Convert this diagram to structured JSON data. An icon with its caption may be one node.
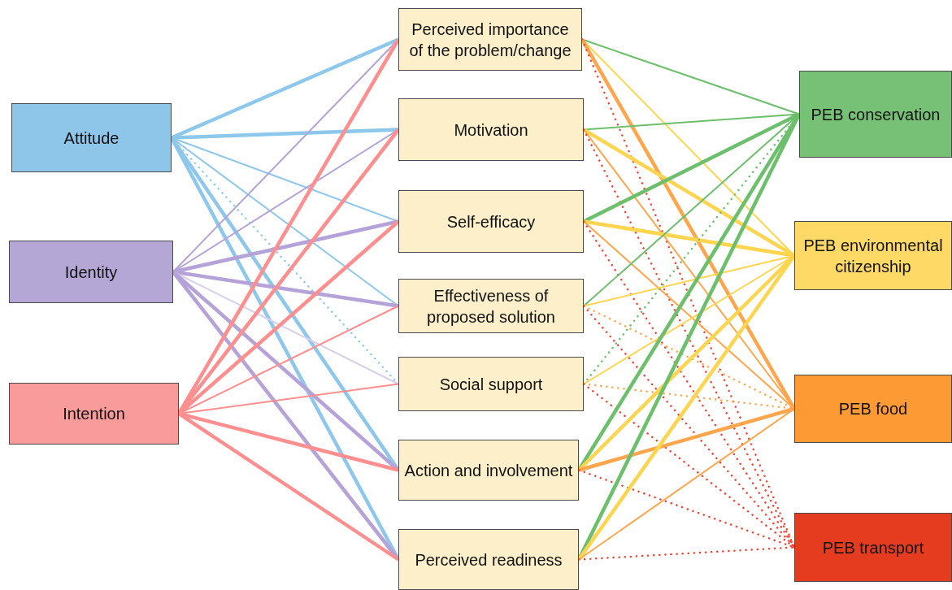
{
  "diagram": {
    "nodes": [
      {
        "text": [
          "Attitude"
        ]
      },
      {
        "text": [
          "Identity"
        ]
      },
      {
        "text": [
          "Intention"
        ]
      },
      {
        "text": [
          "Perceived importance of the problem/change"
        ]
      },
      {
        "text": [
          "Motivation"
        ]
      },
      {
        "text": [
          "Self-efficacy"
        ]
      },
      {
        "text": [
          "Effectiveness of proposed solution"
        ]
      },
      {
        "text": [
          "Social support"
        ]
      },
      {
        "text": [
          "Action and involvement"
        ]
      },
      {
        "text": [
          "Perceived readiness"
        ]
      },
      {
        "text": [
          "PEB conservation"
        ]
      },
      {
        "text": [
          "PEB environmental citizenship"
        ]
      },
      {
        "text": [
          "PEB food"
        ]
      },
      {
        "text": [
          "PEB transport"
        ]
      }
    ],
    "edges": [
      {
        "from": 0,
        "to": 3,
        "arrow": "none",
        "style": "thick",
        "color": "#8dc8ec"
      },
      {
        "from": 0,
        "to": 4,
        "arrow": "none",
        "style": "thick",
        "color": "#8dc8ec"
      },
      {
        "from": 0,
        "to": 5,
        "arrow": "none",
        "color": "#8dc8ec"
      },
      {
        "from": 0,
        "to": 6,
        "arrow": "none",
        "color": "#8dc8ec"
      },
      {
        "from": 0,
        "to": 7,
        "arrow": "none",
        "style": "dashed",
        "color": "#8dc8ec"
      },
      {
        "from": 0,
        "to": 8,
        "arrow": "none",
        "style": "thick",
        "color": "#8dc8ec"
      },
      {
        "from": 0,
        "to": 9,
        "arrow": "none",
        "style": "thick",
        "color": "#8dc8ec"
      },
      {
        "from": 1,
        "to": 3,
        "arrow": "none",
        "color": "#b4a2d8"
      },
      {
        "from": 1,
        "to": 4,
        "arrow": "none",
        "color": "#b4a2d8"
      },
      {
        "from": 1,
        "to": 5,
        "arrow": "none",
        "style": "thick",
        "color": "#b4a2d8"
      },
      {
        "from": 1,
        "to": 6,
        "arrow": "none",
        "style": "thick",
        "color": "#b4a2d8"
      },
      {
        "from": 1,
        "to": 7,
        "arrow": "none",
        "color": "#d9cfee"
      },
      {
        "from": 1,
        "to": 8,
        "arrow": "none",
        "style": "thick",
        "color": "#b4a2d8"
      },
      {
        "from": 1,
        "to": 9,
        "arrow": "none",
        "style": "thick",
        "color": "#b4a2d8"
      },
      {
        "from": 2,
        "to": 3,
        "arrow": "none",
        "style": "thick",
        "color": "#ff8f8f"
      },
      {
        "from": 2,
        "to": 4,
        "arrow": "none",
        "style": "thick",
        "color": "#ff8f8f"
      },
      {
        "from": 2,
        "to": 5,
        "arrow": "none",
        "style": "thick",
        "color": "#ff8f8f"
      },
      {
        "from": 2,
        "to": 6,
        "arrow": "none",
        "color": "#ff8f8f"
      },
      {
        "from": 2,
        "to": 7,
        "arrow": "none",
        "color": "#ff8f8f"
      },
      {
        "from": 2,
        "to": 8,
        "arrow": "none",
        "style": "thick",
        "color": "#ff8f8f"
      },
      {
        "from": 2,
        "to": 9,
        "arrow": "none",
        "style": "thick",
        "color": "#ff8f8f"
      },
      {
        "from": 3,
        "to": 10,
        "arrow": "none",
        "color": "#6cbf6b"
      },
      {
        "from": 3,
        "to": 11,
        "arrow": "none",
        "color": "#ffd54f"
      },
      {
        "from": 3,
        "to": 12,
        "arrow": "none",
        "style": "thick",
        "color": "#ffa64d"
      },
      {
        "from": 3,
        "to": 13,
        "arrow": "none",
        "style": "dashed",
        "color": "#f44336"
      },
      {
        "from": 4,
        "to": 10,
        "arrow": "none",
        "color": "#6cbf6b"
      },
      {
        "from": 4,
        "to": 11,
        "arrow": "none",
        "style": "thick",
        "color": "#ffd54f"
      },
      {
        "from": 4,
        "to": 12,
        "arrow": "none",
        "color": "#ffa64d"
      },
      {
        "from": 4,
        "to": 13,
        "arrow": "none",
        "style": "dashed",
        "color": "#f44336"
      },
      {
        "from": 5,
        "to": 10,
        "arrow": "none",
        "style": "thick",
        "color": "#6cbf6b"
      },
      {
        "from": 5,
        "to": 11,
        "arrow": "none",
        "style": "thick",
        "color": "#ffd54f"
      },
      {
        "from": 5,
        "to": 12,
        "arrow": "none",
        "color": "#ffa64d"
      },
      {
        "from": 5,
        "to": 13,
        "arrow": "none",
        "style": "dashed",
        "color": "#f44336"
      },
      {
        "from": 6,
        "to": 10,
        "arrow": "none",
        "color": "#6cbf6b"
      },
      {
        "from": 6,
        "to": 11,
        "arrow": "none",
        "color": "#ffd54f"
      },
      {
        "from": 6,
        "to": 12,
        "arrow": "none",
        "style": "dashed",
        "color": "#ffa64d"
      },
      {
        "from": 6,
        "to": 13,
        "arrow": "none",
        "style": "dashed",
        "color": "#f44336"
      },
      {
        "from": 7,
        "to": 10,
        "arrow": "none",
        "style": "dashed",
        "color": "#6cbf6b"
      },
      {
        "from": 7,
        "to": 11,
        "arrow": "none",
        "color": "#ffd54f"
      },
      {
        "from": 7,
        "to": 12,
        "arrow": "none",
        "style": "dashed",
        "color": "#ffa64d"
      },
      {
        "from": 7,
        "to": 13,
        "arrow": "none",
        "style": "dashed",
        "color": "#f44336"
      },
      {
        "from": 8,
        "to": 10,
        "arrow": "none",
        "style": "thick",
        "color": "#6cbf6b"
      },
      {
        "from": 8,
        "to": 11,
        "arrow": "none",
        "style": "thick",
        "color": "#ffd54f"
      },
      {
        "from": 8,
        "to": 12,
        "arrow": "none",
        "style": "thick",
        "color": "#ffa64d"
      },
      {
        "from": 8,
        "to": 13,
        "arrow": "none",
        "style": "dashed",
        "color": "#f44336"
      },
      {
        "from": 9,
        "to": 10,
        "arrow": "none",
        "style": "thick",
        "color": "#6cbf6b"
      },
      {
        "from": 9,
        "to": 11,
        "arrow": "none",
        "style": "thick",
        "color": "#ffd54f"
      },
      {
        "from": 9,
        "to": 12,
        "arrow": "none",
        "color": "#ffa64d"
      },
      {
        "from": 9,
        "to": 13,
        "arrow": "none",
        "style": "dashed",
        "color": "#f44336"
      }
    ]
  }
}
